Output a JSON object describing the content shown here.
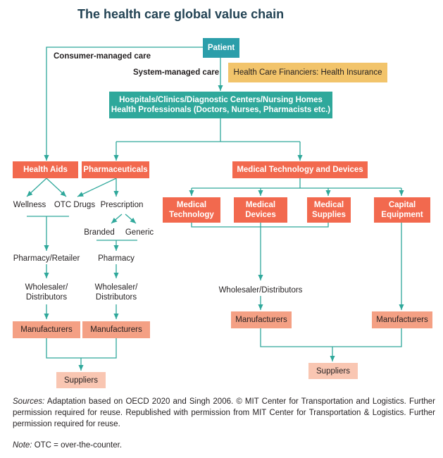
{
  "title": "The health care global value chain",
  "patient": "Patient",
  "consumer_managed": "Consumer-managed care",
  "system_managed": "System-managed care",
  "financiers": "Health Care Financiers: Health Insurance",
  "providers": {
    "line1": "Hospitals/Clinics/Diagnostic Centers/Nursing Homes",
    "line2": "Health Professionals (Doctors, Nurses, Pharmacists etc.)"
  },
  "health_aids": "Health Aids",
  "pharmaceuticals": "Pharmaceuticals",
  "medtech": "Medical Technology and Devices",
  "wellness": "Wellness",
  "otc_drugs": "OTC Drugs",
  "prescription": "Prescription",
  "branded": "Branded",
  "generic": "Generic",
  "pharmacy_retailer": "Pharmacy/Retailer",
  "pharmacy": "Pharmacy",
  "wholesaler_left": {
    "line1": "Wholesaler/",
    "line2": "Distributors"
  },
  "wholesaler_mid": {
    "line1": "Wholesaler/",
    "line2": "Distributors"
  },
  "manufacturers_left": "Manufacturers",
  "manufacturers_mid": "Manufacturers",
  "suppliers_left": "Suppliers",
  "medtech_items": {
    "technology": {
      "line1": "Medical",
      "line2": "Technology"
    },
    "devices": {
      "line1": "Medical",
      "line2": "Devices"
    },
    "supplies": {
      "line1": "Medical",
      "line2": "Supplies"
    },
    "capital": {
      "line1": "Capital",
      "line2": "Equipment"
    }
  },
  "wholesaler_right": "Wholesaler/Distributors",
  "manufacturers_right1": "Manufacturers",
  "manufacturers_right2": "Manufacturers",
  "suppliers_right": "Suppliers",
  "footer": {
    "sources_label": "Sources:",
    "sources_text": "Adaptation based on OECD 2020 and Singh 2006. © MIT Center for Transportation and Logistics. Further permission required for reuse. Republished with permission from MIT Center for Transportation & Logistics. Further permission required for reuse.",
    "note_label": "Note:",
    "note_text": "OTC = over-the-counter."
  },
  "colors": {
    "teal": "#2fa89b",
    "teal_dark": "#2b9eaa",
    "red": "#f2694e",
    "salmon": "#f4a084",
    "pink": "#f9c6b2",
    "yellow": "#f2c46b",
    "line": "#2fa89b"
  }
}
